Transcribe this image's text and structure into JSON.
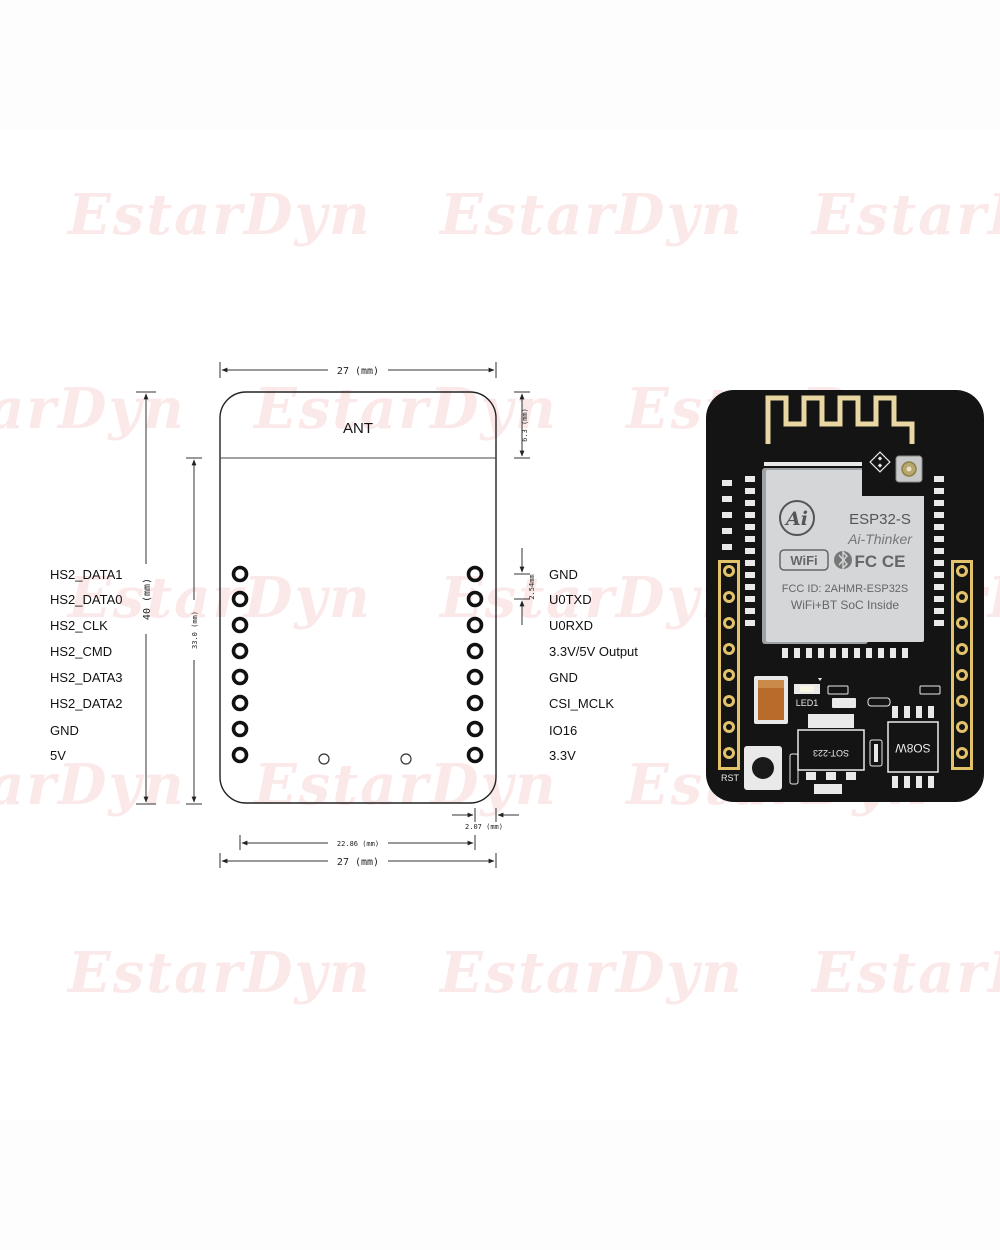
{
  "watermark": {
    "text": "EstarDyn"
  },
  "outline": {
    "antenna_label": "ANT",
    "dimensions": {
      "width_top": "27 (mm)",
      "width_bottom": "27 (mm)",
      "height": "40 (mm)",
      "inner_height": "33.0 (mm)",
      "antenna_offset": "6.3 (mm)",
      "pin_pitch": "2.54mm",
      "header_spacing": "22.86 (mm)",
      "edge_offset": "2.07 (mm)"
    },
    "left_pins": [
      "HS2_DATA1",
      "HS2_DATA0",
      "HS2_CLK",
      "HS2_CMD",
      "HS2_DATA3",
      "HS2_DATA2",
      "GND",
      "5V"
    ],
    "right_pins": [
      "GND",
      "U0TXD",
      "U0RXD",
      "3.3V/5V Output",
      "GND",
      "CSI_MCLK",
      "IO16",
      "3.3V"
    ]
  },
  "board": {
    "module_name": "ESP32-S",
    "maker": "Ai-Thinker",
    "logo_text": "Ai",
    "wifi_badge": "WiFi",
    "fcc_id": "FCC ID: 2AHMR-ESP32S",
    "tagline": "WiFi+BT SoC Inside",
    "cert_marks": "FC CE",
    "led_label": "LED1",
    "rst_label": "RST",
    "regulator_label": "SOT-223",
    "flash_label": "SO8W",
    "colors": {
      "pcb": "#141414",
      "shield": "#d4d6d8",
      "antenna_trace": "#e8d7a2",
      "pad": "#e9e9e9"
    }
  }
}
